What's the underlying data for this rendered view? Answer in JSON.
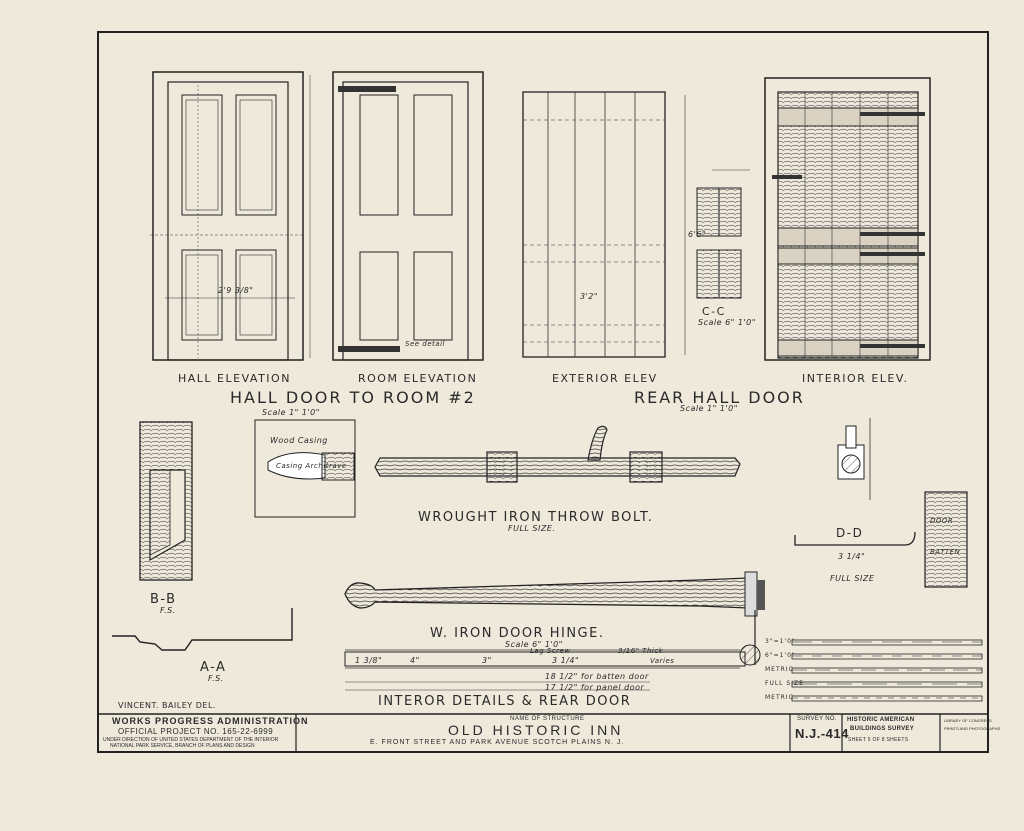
{
  "labels": {
    "hall_elevation": "HALL ELEVATION",
    "room_elevation": "ROOM ELEVATION",
    "exterior_elev": "EXTERIOR ELEV",
    "interior_elev": "INTERIOR ELEV.",
    "hall_door_title": "HALL DOOR TO ROOM #2",
    "hall_door_scale": "Scale 1\" 1'0\"",
    "rear_hall_door_title": "REAR HALL DOOR",
    "rear_hall_door_scale": "Scale 1\" 1'0\"",
    "cc": "C-C",
    "cc_scale": "Scale 6\" 1'0\"",
    "bb": "B-B",
    "bb_fs": "F.S.",
    "aa": "A-A",
    "aa_fs": "F.S.",
    "dd": "D-D",
    "dd_full": "FULL SIZE",
    "throw_bolt": "WROUGHT IRON THROW BOLT.",
    "throw_bolt_scale": "FULL SIZE.",
    "hinge": "W. IRON DOOR HINGE.",
    "hinge_scale": "Scale 6\" 1'0\"",
    "interior_details": "INTEROR DETAILS & REAR DOOR",
    "wood_casing": "Wood Casing",
    "casing_architrave": "Casing Architrave",
    "see_detail": "See detail",
    "door": "DOOR",
    "batten": "BATTEN",
    "lag_screw": "Lag Screw",
    "thick": "3/16\" Thick",
    "varies": "Varies",
    "batten_door": "18 1/2\" for batten door",
    "panel_door": "17 1/2\" for panel door",
    "dims": {
      "d1": "1 3/8\"",
      "d2": "4\"",
      "d3": "3\"",
      "d4": "3 1/4\"",
      "total_width": "2'9 3/8\"",
      "rear_width": "3'2\"",
      "rear_height": "6'6\"",
      "dd_dim": "3 1/4\""
    }
  },
  "delineator": "VINCENT. BAILEY DEL.",
  "title_block": {
    "agency": "WORKS PROGRESS ADMINISTRATION",
    "project": "OFFICIAL PROJECT NO. 165-22-6999",
    "direction_1": "UNDER DIRECTION OF UNITED STATES DEPARTMENT OF THE INTERIOR",
    "direction_2": "NATIONAL PARK SERVICE, BRANCH OF PLANS AND DESIGN",
    "name_label": "NAME OF STRUCTURE",
    "structure": "OLD HISTORIC INN",
    "address": "E. FRONT STREET AND PARK AVENUE   SCOTCH PLAINS   N. J.",
    "survey_label": "SURVEY NO.",
    "survey_no": "N.J.-414",
    "habs_1": "HISTORIC AMERICAN",
    "habs_2": "BUILDINGS SURVEY",
    "sheet": "SHEET 5 OF 8 SHEETS",
    "loc_1": "LIBRARY OF CONGRESS",
    "loc_2": "PRINTS AND PHOTOGRAPHS"
  },
  "scale_bars": [
    "3\"=1'0\"",
    "6\"=1'0\"",
    "METRIC",
    "FULL SIZE",
    "METRIC"
  ]
}
